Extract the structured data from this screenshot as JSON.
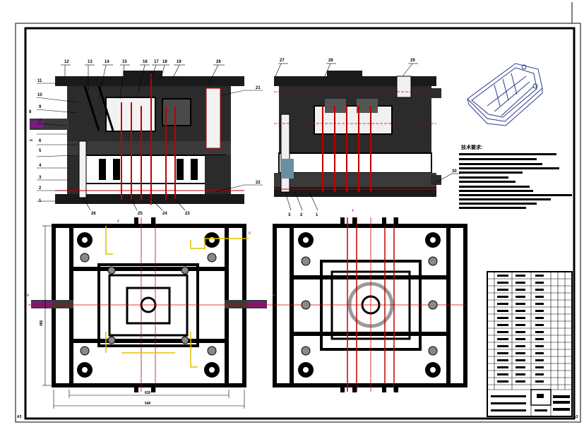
{
  "drawing": {
    "labels": [
      "12",
      "13",
      "14",
      "15",
      "16",
      "17",
      "18",
      "19",
      "28",
      "11",
      "10",
      "9",
      "8",
      "7",
      "6",
      "5",
      "4",
      "3",
      "2",
      "1",
      "21",
      "22",
      "26",
      "25",
      "24",
      "23",
      "27",
      "28",
      "29",
      "30",
      "3",
      "2",
      "1"
    ],
    "dims": [
      "485",
      "630",
      "540",
      "A3",
      "A3",
      "5"
    ],
    "magenta_marks": [
      "8",
      "A",
      "A",
      "8",
      "4"
    ],
    "tech_heading": "技术要求:"
  },
  "colors": {
    "ink": "#000000",
    "section_red": "#c00000",
    "center_line": "#d00000",
    "magenta": "#b000c0",
    "yellow": "#e0c000"
  }
}
